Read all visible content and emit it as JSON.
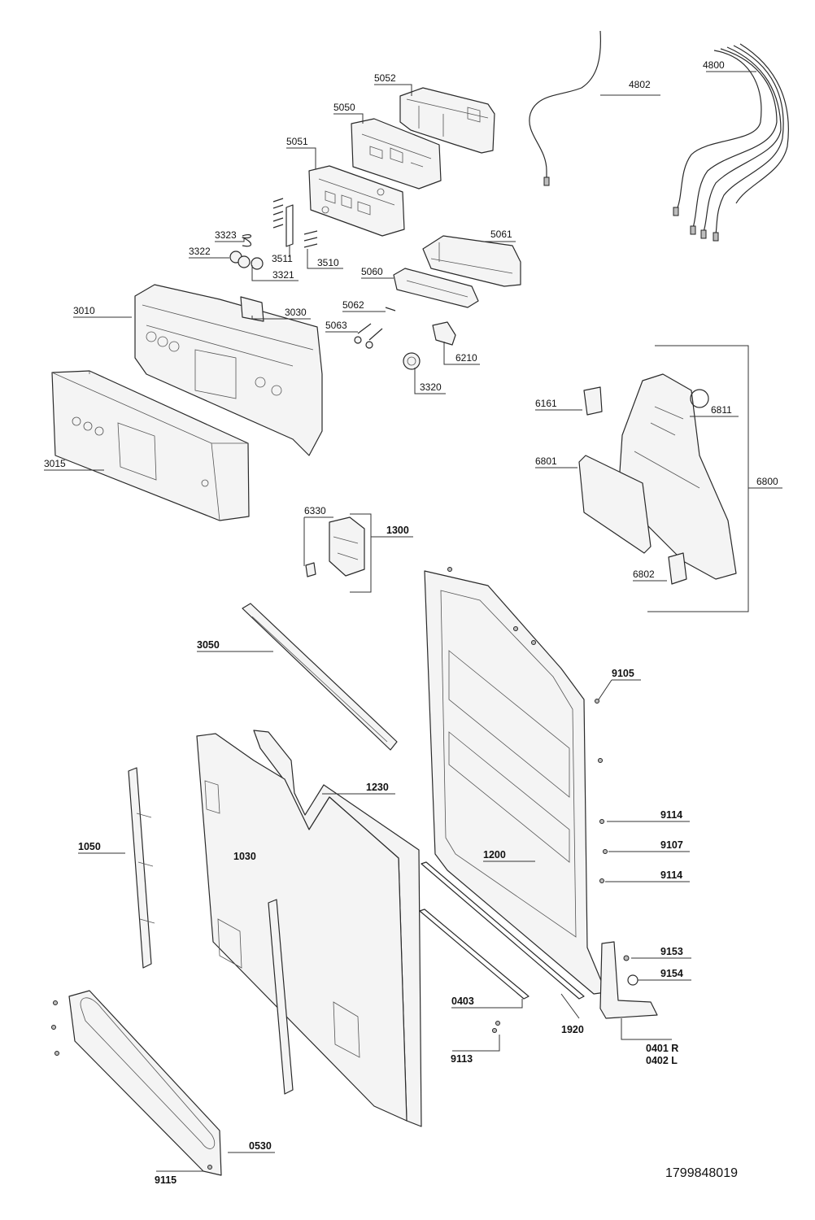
{
  "labels": {
    "l5052": "5052",
    "l5050": "5050",
    "l5051": "5051",
    "l4802": "4802",
    "l4800": "4800",
    "l3323": "3323",
    "l3322": "3322",
    "l3511": "3511",
    "l3510": "3510",
    "l3321": "3321",
    "l5061": "5061",
    "l5060": "5060",
    "l3010": "3010",
    "l3030": "3030",
    "l5062": "5062",
    "l5063": "5063",
    "l6210": "6210",
    "l3320": "3320",
    "l6161": "6161",
    "l6811": "6811",
    "l6801": "6801",
    "l6800": "6800",
    "l3015": "3015",
    "l6330": "6330",
    "l1300": "1300",
    "l6802": "6802",
    "l3050": "3050",
    "l9105": "9105",
    "l1230": "1230",
    "l9114a": "9114",
    "l1050": "1050",
    "l1030": "1030",
    "l1200": "1200",
    "l9107": "9107",
    "l9114b": "9114",
    "l9153": "9153",
    "l9154": "9154",
    "l0403": "0403",
    "l1920": "1920",
    "l0401": "0401 R",
    "l0402": "0402 L",
    "l9113": "9113",
    "l0530": "0530",
    "l9115": "9115"
  },
  "document_number": "1799848019"
}
